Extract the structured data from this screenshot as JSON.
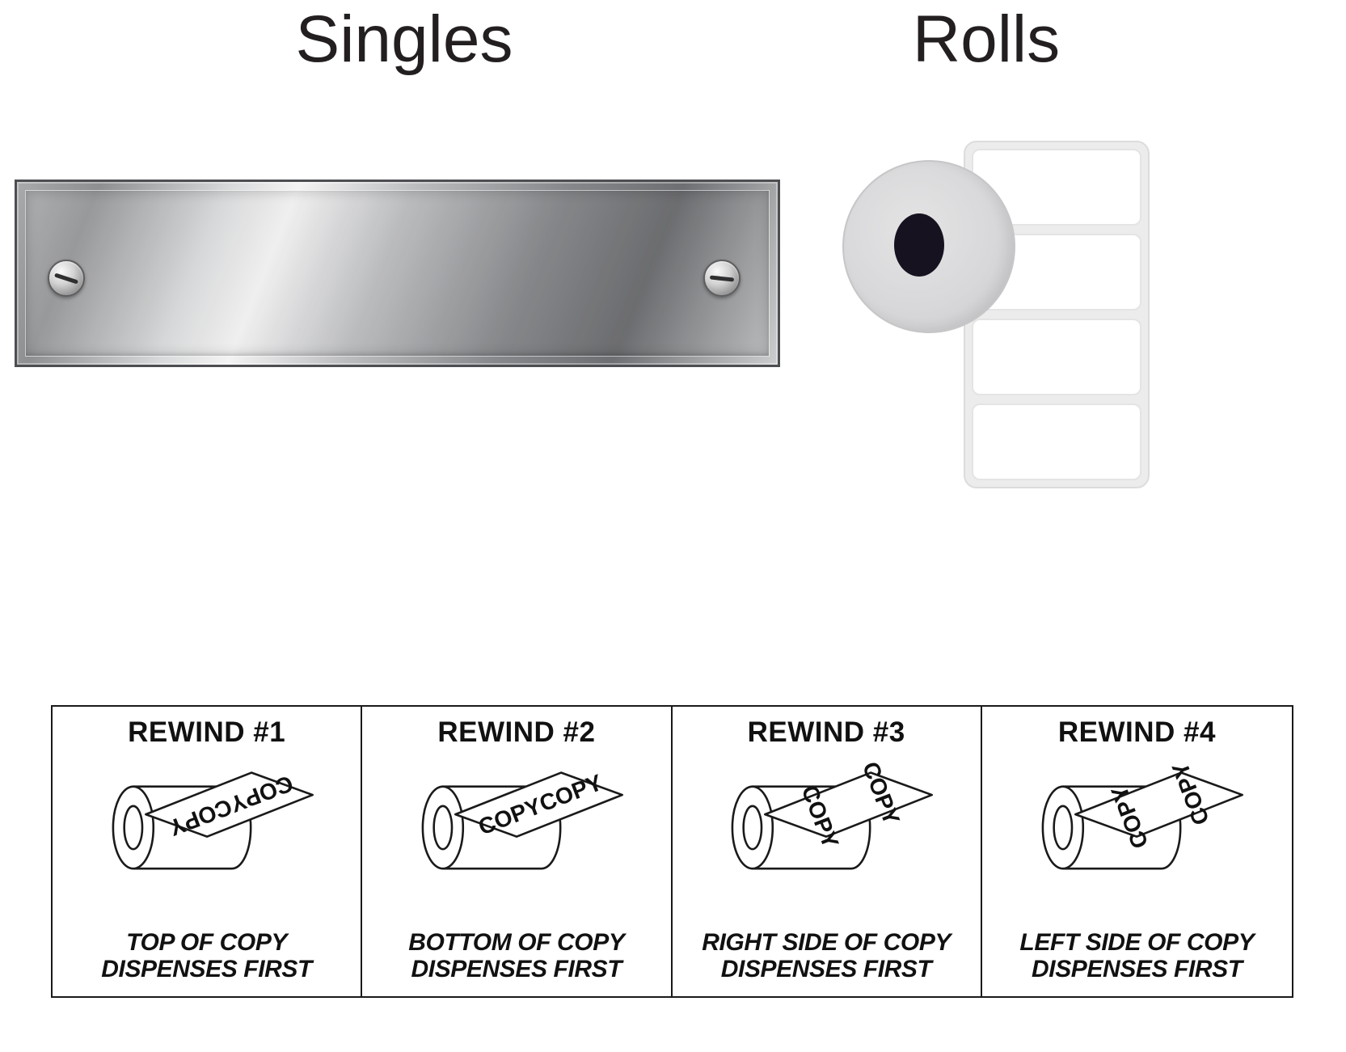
{
  "headings": {
    "singles": "Singles",
    "rolls": "Rolls"
  },
  "rewind_table": {
    "items": [
      {
        "title": "REWIND #1",
        "copy_word_1": "COPY",
        "copy_word_2": "COPY",
        "caption_line1": "TOP OF COPY",
        "caption_line2": "DISPENSES FIRST",
        "orientation": "top"
      },
      {
        "title": "REWIND #2",
        "copy_word_1": "COPY",
        "copy_word_2": "COPY",
        "caption_line1": "BOTTOM OF COPY",
        "caption_line2": "DISPENSES FIRST",
        "orientation": "bottom"
      },
      {
        "title": "REWIND #3",
        "copy_word_1": "COPY",
        "copy_word_2": "COPY",
        "caption_line1": "RIGHT SIDE OF COPY",
        "caption_line2": "DISPENSES FIRST",
        "orientation": "right"
      },
      {
        "title": "REWIND #4",
        "copy_word_1": "COPY",
        "copy_word_2": "COPY",
        "caption_line1": "LEFT SIDE OF COPY",
        "caption_line2": "DISPENSES FIRST",
        "orientation": "left"
      }
    ]
  },
  "colors": {
    "heading_text": "#231f20",
    "table_border": "#1a1a1a",
    "plate_frame": "#4d4e52",
    "roll_gray": "#d8d8da",
    "roll_core": "#16121f",
    "label_liner": "#ececec",
    "label_border": "#dcdcdc"
  }
}
